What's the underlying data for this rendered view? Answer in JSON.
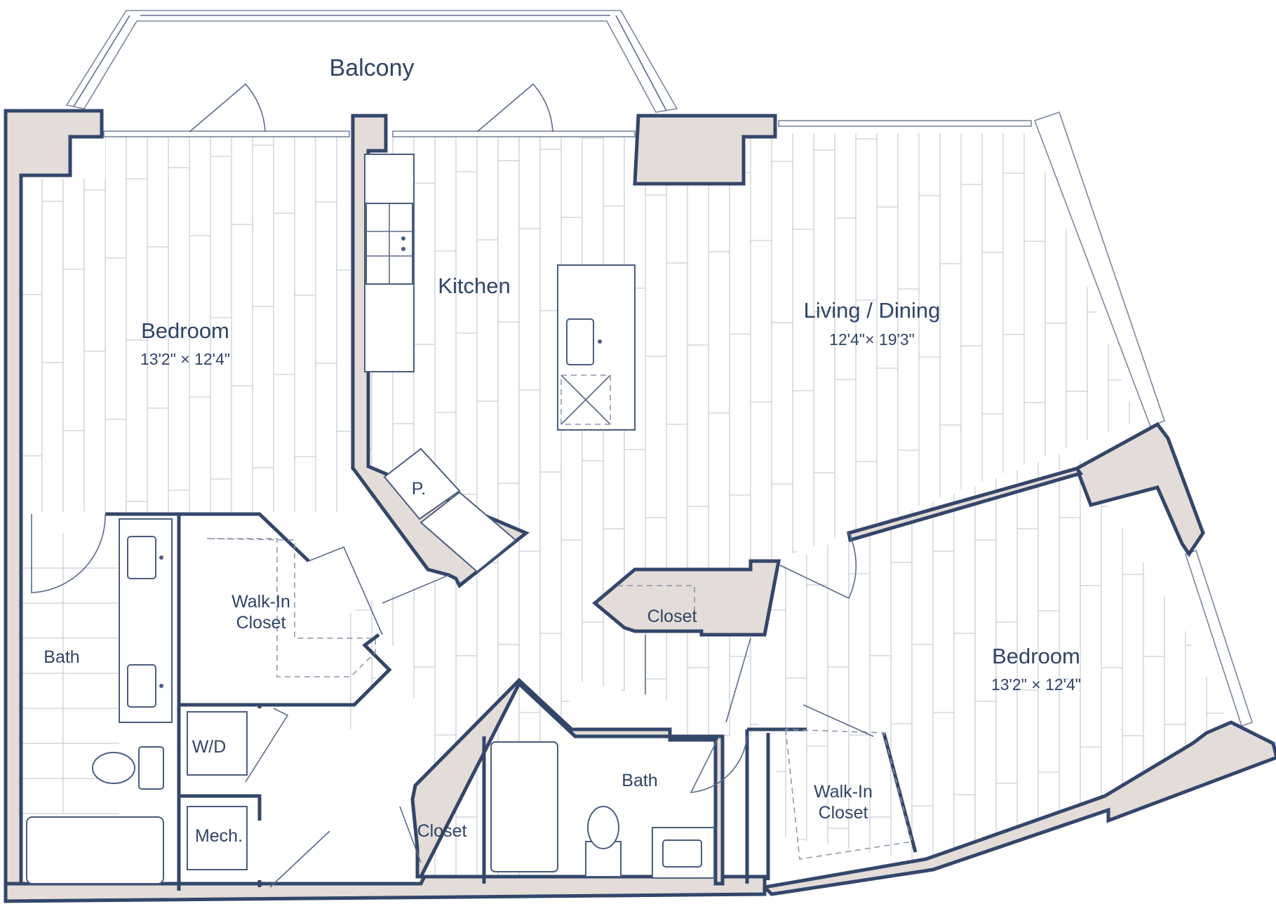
{
  "plan": {
    "accent_color": "#33466a",
    "wall_fill": "#e3dcd8",
    "rooms": {
      "balcony": "Balcony",
      "kitchen": "Kitchen",
      "living": "Living / Dining",
      "living_dim": "12'4\"× 19'3\"",
      "bedroom1": "Bedroom",
      "bedroom1_dim": "13'2\" × 12'4\"",
      "bedroom2": "Bedroom",
      "bedroom2_dim": "13'2\" × 12'4\"",
      "walkin1_line1": "Walk-In",
      "walkin1_line2": "Closet",
      "walkin2_line1": "Walk-In",
      "walkin2_line2": "Closet",
      "bath1": "Bath",
      "bath2": "Bath",
      "closet1": "Closet",
      "closet2": "Closet",
      "pantry": "P.",
      "washer_dryer": "W/D",
      "mech": "Mech."
    },
    "icons": [
      "range-icon",
      "sink-icon",
      "toilet-icon",
      "bathtub-icon",
      "door-swing-icon",
      "window-icon"
    ]
  }
}
